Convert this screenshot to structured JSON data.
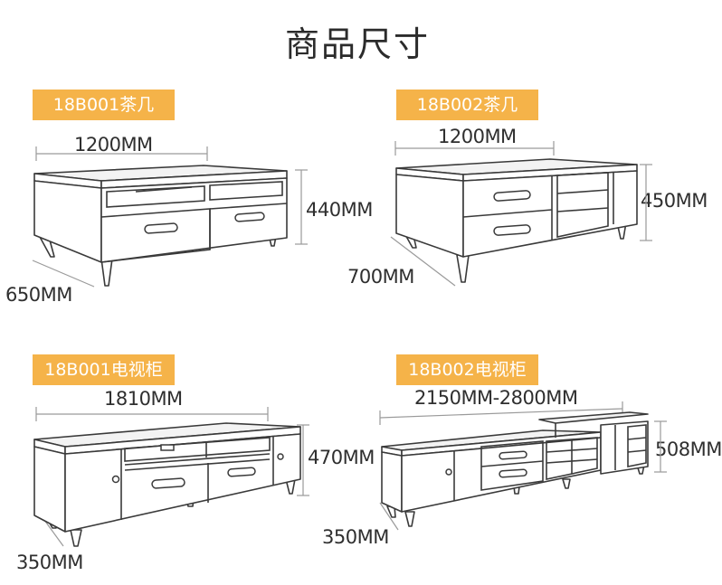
{
  "page": {
    "title": "商品尺寸"
  },
  "products": [
    {
      "tag": "18B001茶几",
      "dimensions": {
        "width": "1200MM",
        "height": "440MM",
        "depth": "650MM"
      }
    },
    {
      "tag": "18B002茶几",
      "dimensions": {
        "width": "1200MM",
        "height": "450MM",
        "depth": "700MM"
      }
    },
    {
      "tag": "18B001电视柜",
      "dimensions": {
        "width": "1810MM",
        "height": "470MM",
        "depth": "350MM"
      }
    },
    {
      "tag": "18B002电视柜",
      "dimensions": {
        "width": "2150MM-2800MM",
        "height": "508MM",
        "depth": "350MM"
      }
    }
  ],
  "colors": {
    "tag": "#f5b349",
    "line": "#3a3a3a",
    "dimension_line": "#9a9a9a"
  }
}
